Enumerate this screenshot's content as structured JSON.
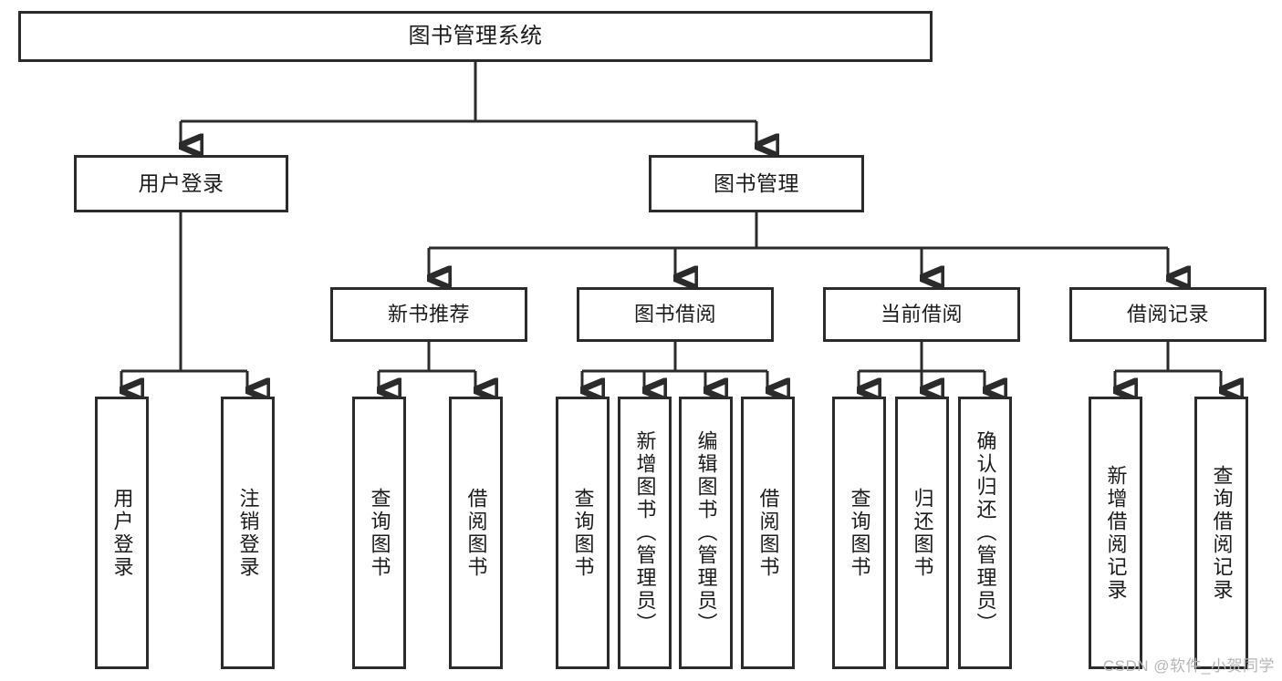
{
  "diagram": {
    "title": "图书管理系统",
    "type": "tree",
    "watermark": "CSDN @软件_小贺同学",
    "colors": {
      "stroke": "#2b2b2b",
      "fill": "#ffffff",
      "text": "#1b1b1b",
      "watermark": "#b6b6b6"
    },
    "root": {
      "label": "图书管理系统"
    },
    "level2": [
      {
        "id": "user-login",
        "label": "用户登录"
      },
      {
        "id": "book-manage",
        "label": "图书管理"
      }
    ],
    "level3": [
      {
        "id": "new-book-rec",
        "label": "新书推荐",
        "parent": "book-manage"
      },
      {
        "id": "book-borrow",
        "label": "图书借阅",
        "parent": "book-manage"
      },
      {
        "id": "current-borrow",
        "label": "当前借阅",
        "parent": "book-manage"
      },
      {
        "id": "borrow-record",
        "label": "借阅记录",
        "parent": "book-manage"
      }
    ],
    "leaves": [
      {
        "id": "leaf-user-login",
        "label": "用户登录",
        "parent": "user-login"
      },
      {
        "id": "leaf-user-logout",
        "label": "注销登录",
        "parent": "user-login"
      },
      {
        "id": "leaf-query-book-1",
        "label": "查询图书",
        "parent": "new-book-rec"
      },
      {
        "id": "leaf-borrow-book-1",
        "label": "借阅图书",
        "parent": "new-book-rec"
      },
      {
        "id": "leaf-query-book-2",
        "label": "查询图书",
        "parent": "book-borrow"
      },
      {
        "id": "leaf-add-book",
        "label": "新增图书（管理员）",
        "parent": "book-borrow"
      },
      {
        "id": "leaf-edit-book",
        "label": "编辑图书（管理员）",
        "parent": "book-borrow"
      },
      {
        "id": "leaf-borrow-book-2",
        "label": "借阅图书",
        "parent": "book-borrow"
      },
      {
        "id": "leaf-query-book-3",
        "label": "查询图书",
        "parent": "current-borrow"
      },
      {
        "id": "leaf-return-book",
        "label": "归还图书",
        "parent": "current-borrow"
      },
      {
        "id": "leaf-confirm-return",
        "label": "确认归还（管理员）",
        "parent": "current-borrow"
      },
      {
        "id": "leaf-add-record",
        "label": "新增借阅记录",
        "parent": "borrow-record"
      },
      {
        "id": "leaf-query-record",
        "label": "查询借阅记录",
        "parent": "borrow-record"
      }
    ]
  }
}
